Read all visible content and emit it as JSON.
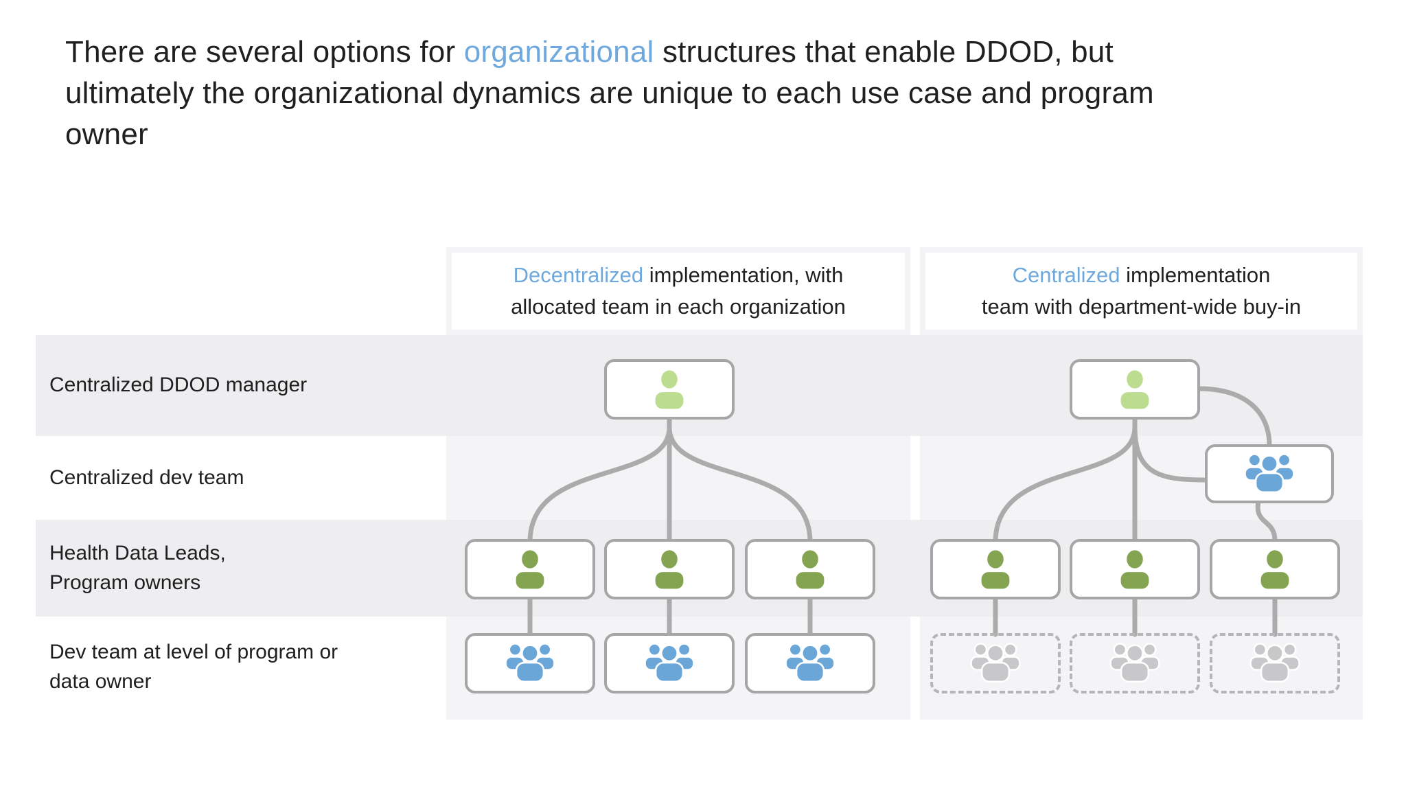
{
  "slide": {
    "title": {
      "pre": "There are several options for ",
      "highlight": "organizational",
      "post_line1": " structures that enable DDOD, but",
      "line2": "ultimately the organizational dynamics are unique to each use case and program",
      "line3": "owner"
    }
  },
  "columns": [
    {
      "id": "decentralized",
      "header": {
        "highlight": "Decentralized",
        "line1_rest": " implementation, with",
        "line2": "allocated team in each organization"
      }
    },
    {
      "id": "centralized",
      "header": {
        "highlight": "Centralized",
        "line1_rest": " implementation",
        "line2": "team with department-wide buy-in"
      }
    }
  ],
  "rows": [
    {
      "lines": [
        "Centralized DDOD manager"
      ]
    },
    {
      "lines": [
        "Centralized dev team"
      ]
    },
    {
      "lines": [
        "Health Data Leads,",
        "Program owners"
      ]
    },
    {
      "lines": [
        "Dev team at level of program or",
        "data owner"
      ]
    }
  ],
  "icons": {
    "manager": "person-icon",
    "health_data_lead": "person-icon",
    "dev_team": "people-group-icon",
    "inactive_dev_team": "people-group-icon"
  },
  "colors": {
    "accent_blue": "#6FA8DC",
    "manager_icon_green": "#BCDD90",
    "lead_icon_olive": "#85A451",
    "dev_team_icon_blue": "#6AA6D8",
    "inactive_icon_gray": "#C8C8CA",
    "connector_gray": "#ABABAB",
    "box_border_gray": "#A6A6A6",
    "band_gray": "#EEEEF1",
    "panel_gray": "#F4F4F6",
    "text_dark": "#1F1F1F"
  }
}
